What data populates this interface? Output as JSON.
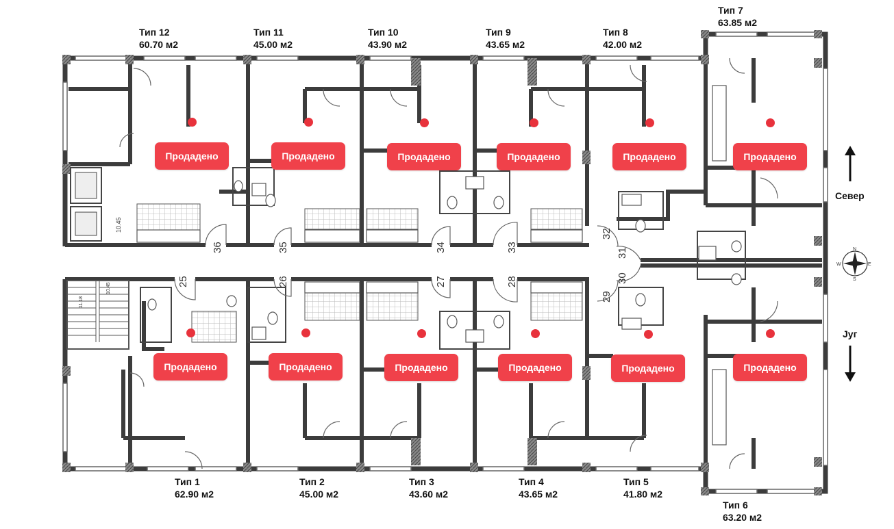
{
  "units_top": [
    {
      "name": "Тип 12",
      "area": "60.70 м2",
      "status": "Продадено"
    },
    {
      "name": "Тип 11",
      "area": "45.00 м2",
      "status": "Продадено"
    },
    {
      "name": "Тип 10",
      "area": "43.90 м2",
      "status": "Продадено"
    },
    {
      "name": "Тип 9",
      "area": "43.65 м2",
      "status": "Продадено"
    },
    {
      "name": "Тип 8",
      "area": "42.00 м2",
      "status": "Продадено"
    },
    {
      "name": "Тип 7",
      "area": "63.85 м2",
      "status": "Продадено"
    }
  ],
  "units_bottom": [
    {
      "name": "Тип 1",
      "area": "62.90 м2",
      "status": "Продадено"
    },
    {
      "name": "Тип 2",
      "area": "45.00 м2",
      "status": "Продадено"
    },
    {
      "name": "Тип 3",
      "area": "43.60 м2",
      "status": "Продадено"
    },
    {
      "name": "Тип 4",
      "area": "43.65 м2",
      "status": "Продадено"
    },
    {
      "name": "Тип 5",
      "area": "41.80 м2",
      "status": "Продадено"
    },
    {
      "name": "Тип 6",
      "area": "63.20 м2",
      "status": "Продадено"
    }
  ],
  "door_numbers": [
    "36",
    "35",
    "34",
    "33",
    "32",
    "31",
    "30",
    "29",
    "28",
    "27",
    "26",
    "25"
  ],
  "elevator_level": "10.45",
  "stair_levels": [
    "11.18",
    "10.45"
  ],
  "compass": {
    "north": "Север",
    "south": "Југ",
    "rose": [
      "N",
      "E",
      "S",
      "W"
    ]
  },
  "colors": {
    "sold": "#f0414a",
    "wall": "#3c3c3c",
    "column": "#555555"
  }
}
